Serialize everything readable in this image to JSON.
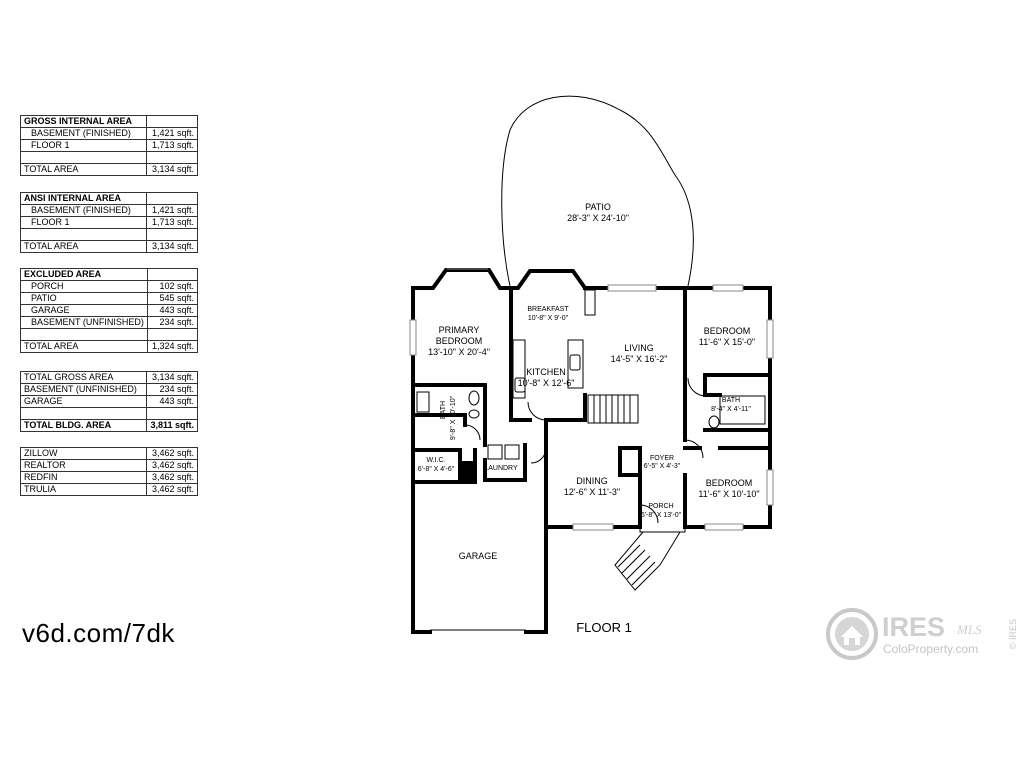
{
  "tables": [
    {
      "title": "GROSS INTERNAL AREA",
      "rows": [
        {
          "label": "BASEMENT (FINISHED)",
          "value": "1,421 sqft."
        },
        {
          "label": "FLOOR 1",
          "value": "1,713 sqft."
        },
        {
          "label": "",
          "value": ""
        },
        {
          "label": "TOTAL AREA",
          "value": "3,134 sqft."
        }
      ]
    },
    {
      "title": "ANSI INTERNAL AREA",
      "rows": [
        {
          "label": "BASEMENT (FINISHED)",
          "value": "1,421 sqft."
        },
        {
          "label": "FLOOR 1",
          "value": "1,713 sqft."
        },
        {
          "label": "",
          "value": ""
        },
        {
          "label": "TOTAL AREA",
          "value": "3,134 sqft."
        }
      ]
    },
    {
      "title": "EXCLUDED AREA",
      "rows": [
        {
          "label": "PORCH",
          "value": "102 sqft."
        },
        {
          "label": "PATIO",
          "value": "545 sqft."
        },
        {
          "label": "GARAGE",
          "value": "443 sqft."
        },
        {
          "label": "BASEMENT (UNFINISHED)",
          "value": "234 sqft."
        },
        {
          "label": "",
          "value": ""
        },
        {
          "label": "TOTAL AREA",
          "value": "1,324 sqft."
        }
      ]
    },
    {
      "rows": [
        {
          "label": "TOTAL GROSS AREA",
          "value": "3,134 sqft."
        },
        {
          "label": "BASEMENT (UNFINISHED)",
          "value": "234 sqft."
        },
        {
          "label": "GARAGE",
          "value": "443 sqft."
        },
        {
          "label": "",
          "value": ""
        },
        {
          "label": "TOTAL BLDG. AREA",
          "value": "3,811 sqft."
        }
      ]
    },
    {
      "rows": [
        {
          "label": "ZILLOW",
          "value": "3,462 sqft."
        },
        {
          "label": "REALTOR",
          "value": "3,462 sqft."
        },
        {
          "label": "REDFIN",
          "value": "3,462 sqft."
        },
        {
          "label": "TRULIA",
          "value": "3,462 sqft."
        }
      ]
    }
  ],
  "link": "v6d.com/7dk",
  "floor_label": "FLOOR 1",
  "rooms": {
    "patio": {
      "name": "PATIO",
      "dims": "28'-3\" X 24'-10\""
    },
    "primary_bedroom": {
      "name1": "PRIMARY",
      "name2": "BEDROOM",
      "dims": "13'-10\" X 20'-4\""
    },
    "breakfast": {
      "name": "BREAKFAST",
      "dims": "10'-8\" X 9'-0\""
    },
    "living": {
      "name": "LIVING",
      "dims": "14'-5\" X 16'-2\""
    },
    "kitchen": {
      "name": "KITCHEN",
      "dims": "10'-8\" X 12'-6\""
    },
    "bedroom_1": {
      "name": "BEDROOM",
      "dims": "11'-6\" X 15'-0\""
    },
    "bath_2": {
      "name": "BATH",
      "dims": "8'-4\" X 4'-11\""
    },
    "bath_1": {
      "name": "BATH",
      "dims": "9'-8\" X 10'-10\""
    },
    "wic": {
      "name": "W.I.C.",
      "dims": "6'-8\" X 4'-6\""
    },
    "laundry": {
      "name": "LAUNDRY"
    },
    "foyer": {
      "name": "FOYER",
      "dims": "6'-5\" X 4'-3\""
    },
    "dining": {
      "name": "DINING",
      "dims": "12'-6\" X 11'-3\""
    },
    "bedroom_2": {
      "name": "BEDROOM",
      "dims": "11'-6\" X 10'-10\""
    },
    "porch": {
      "name": "PORCH",
      "dims": "6'-8\" X 13'-0\""
    },
    "garage": {
      "name": "GARAGE"
    }
  },
  "logo": {
    "brand": "IRES",
    "mls": "MLS",
    "site": "ColoProperty.com",
    "copyright": "© IRES"
  }
}
